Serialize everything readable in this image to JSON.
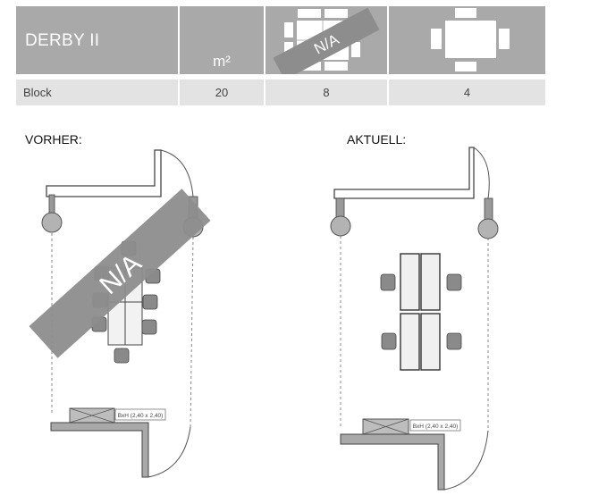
{
  "table": {
    "room_name": "DERBY II",
    "area_unit": "m²",
    "setup_label": "Block",
    "area_value": "20",
    "seats_block": "8",
    "seats_table": "4",
    "na_badge": "N/A"
  },
  "plans": {
    "before_label": "VORHER:",
    "now_label": "AKTUELL:",
    "na_overlay": "N/A",
    "cabinet_label_before": "BxH (2,40 x 2,40)",
    "cabinet_label_now": "BxH (2,40 x 2,40)"
  }
}
